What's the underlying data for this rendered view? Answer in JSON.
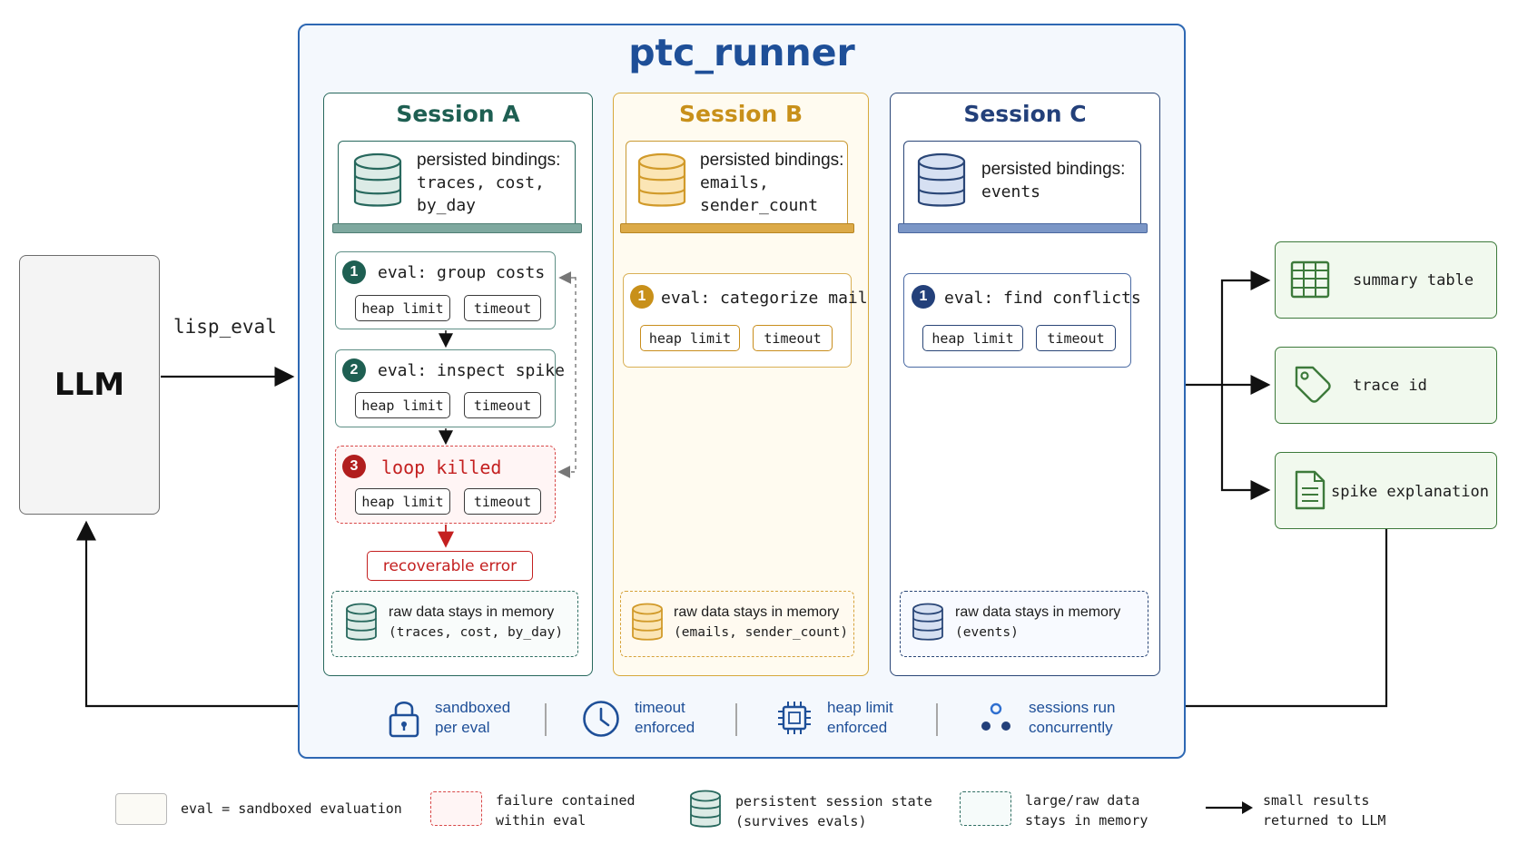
{
  "llm": {
    "label": "LLM",
    "call_label": "lisp_eval"
  },
  "runner": {
    "title": "ptc_runner"
  },
  "sessions": {
    "a": {
      "title": "Session A",
      "bindings_heading": "persisted bindings:",
      "bindings_lines": [
        "traces, cost,",
        "by_day"
      ],
      "evals": [
        {
          "number": "1",
          "label": "eval: group costs",
          "chips": [
            "heap limit",
            "timeout"
          ]
        },
        {
          "number": "2",
          "label": "eval: inspect spike",
          "chips": [
            "heap limit",
            "timeout"
          ]
        },
        {
          "number": "3",
          "label": "loop killed",
          "chips": [
            "heap limit",
            "timeout"
          ]
        }
      ],
      "error_label": "recoverable error",
      "raw_line1": "raw data stays in memory",
      "raw_line2": "(traces, cost, by_day)"
    },
    "b": {
      "title": "Session B",
      "bindings_heading": "persisted bindings:",
      "bindings_lines": [
        "emails,",
        "sender_count"
      ],
      "evals": [
        {
          "number": "1",
          "label": "eval: categorize mail",
          "chips": [
            "heap limit",
            "timeout"
          ]
        }
      ],
      "raw_line1": "raw data stays in memory",
      "raw_line2": "(emails, sender_count)"
    },
    "c": {
      "title": "Session C",
      "bindings_heading": "persisted bindings:",
      "bindings_lines": [
        "events"
      ],
      "evals": [
        {
          "number": "1",
          "label": "eval: find conflicts",
          "chips": [
            "heap limit",
            "timeout"
          ]
        }
      ],
      "raw_line1": "raw data stays in memory",
      "raw_line2": "(events)"
    }
  },
  "features": [
    {
      "line1": "sandboxed",
      "line2": "per eval",
      "icon": "lock-icon"
    },
    {
      "line1": "timeout",
      "line2": "enforced",
      "icon": "clock-icon"
    },
    {
      "line1": "heap limit",
      "line2": "enforced",
      "icon": "chip-icon"
    },
    {
      "line1": "sessions run",
      "line2": "concurrently",
      "icon": "dots-icon"
    }
  ],
  "outputs": [
    {
      "label": "summary table",
      "icon": "table-icon"
    },
    {
      "label": "trace id",
      "icon": "tag-icon"
    },
    {
      "label": "spike explanation",
      "icon": "document-icon"
    }
  ],
  "legend": [
    {
      "line1": "eval = sandboxed evaluation",
      "line2": ""
    },
    {
      "line1": "failure contained",
      "line2": "within eval"
    },
    {
      "line1": "persistent session state",
      "line2": "(survives evals)"
    },
    {
      "line1": "large/raw data",
      "line2": "stays in memory"
    },
    {
      "line1": "small results",
      "line2": "returned to LLM"
    }
  ],
  "colors": {
    "runner_border": "#2e68b3",
    "session_a": "#27685d",
    "session_b": "#d7a93b",
    "session_c": "#2a4677",
    "error": "#c42020",
    "output_green": "#3d7a3b"
  }
}
